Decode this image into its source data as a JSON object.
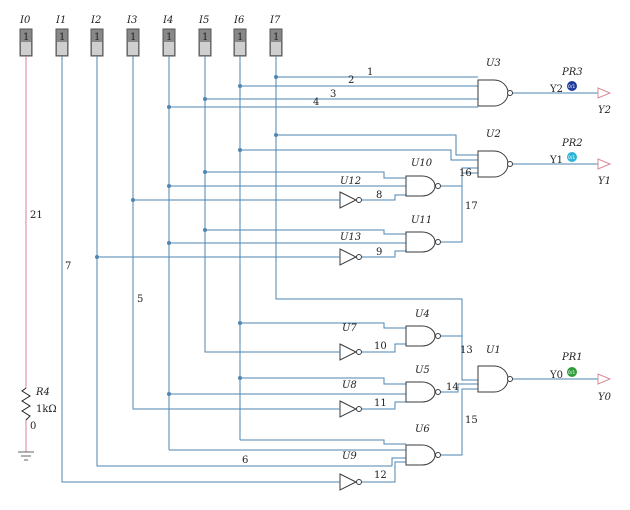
{
  "inputs": [
    "I0",
    "I1",
    "I2",
    "I3",
    "I4",
    "I5",
    "I6",
    "I7"
  ],
  "switch_glyph": "1",
  "gates": {
    "U1": "U1",
    "U2": "U2",
    "U3": "U3",
    "U4": "U4",
    "U5": "U5",
    "U6": "U6",
    "U7": "U7",
    "U8": "U8",
    "U9": "U9",
    "U10": "U10",
    "U11": "U11",
    "U12": "U12",
    "U13": "U13"
  },
  "probes": {
    "pr3": {
      "name": "PR3",
      "signal": "Y2",
      "badge": "0/1",
      "color": "#1f3c9c"
    },
    "pr2": {
      "name": "PR2",
      "signal": "Y1",
      "badge": "0/1",
      "color": "#2bb3d8"
    },
    "pr1": {
      "name": "PR1",
      "signal": "Y0",
      "badge": "0/1",
      "color": "#2e9d3a"
    }
  },
  "outputs": {
    "y2": "Y2",
    "y1": "Y1",
    "y0": "Y0"
  },
  "resistor": {
    "name": "R4",
    "value": "1kΩ"
  },
  "nodes": {
    "n0": "0",
    "n1": "1",
    "n2": "2",
    "n3": "3",
    "n4": "4",
    "n5": "5",
    "n6": "6",
    "n7": "7",
    "n8": "8",
    "n9": "9",
    "n10": "10",
    "n11": "11",
    "n12": "12",
    "n13": "13",
    "n14": "14",
    "n15": "15",
    "n16": "16",
    "n17": "17",
    "n21": "21"
  },
  "colors": {
    "wire": "#4d86b3",
    "wire_ground": "#d97f96",
    "output_arrow": "#d98a9a"
  }
}
